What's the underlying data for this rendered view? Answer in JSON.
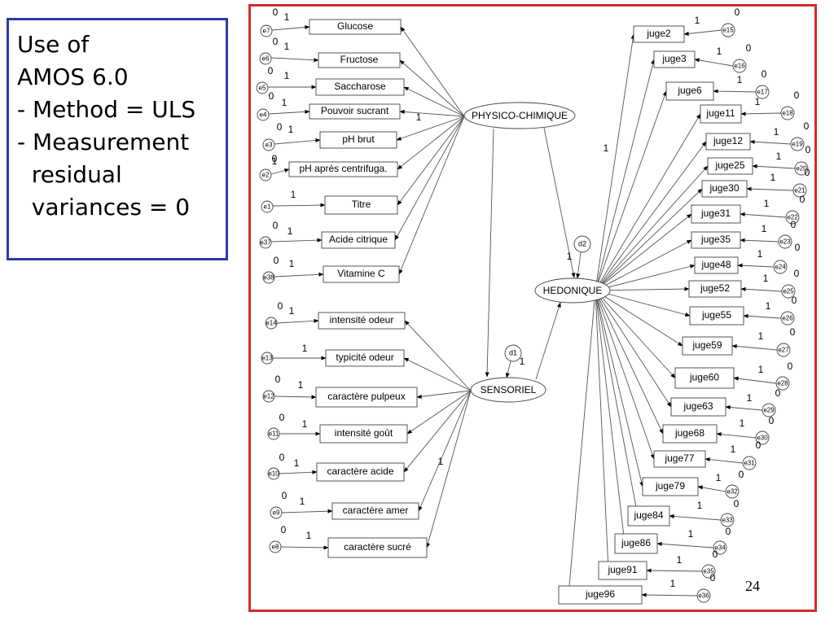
{
  "notes": {
    "lines": [
      "Use of",
      "AMOS 6.0",
      "",
      "- Method = ULS",
      "- Measurement",
      "  residual",
      "  variances = 0"
    ]
  },
  "latents": [
    {
      "id": "phys",
      "label": "PHYSICO-CHIMIQUE"
    },
    {
      "id": "sens",
      "label": "SENSORIEL"
    },
    {
      "id": "hed",
      "label": "HEDONIQUE"
    }
  ],
  "disturbances": [
    {
      "id": "d1",
      "label": "d1",
      "path_label": "1"
    },
    {
      "id": "d2",
      "label": "d2",
      "path_label": "1"
    }
  ],
  "phys_indicators": [
    {
      "label": "Glucose",
      "error": "e7",
      "n0": "0",
      "n1": "1"
    },
    {
      "label": "Fructose",
      "error": "e6",
      "n0": "0",
      "n1": "1"
    },
    {
      "label": "Saccharose",
      "error": "e5",
      "n0": "0",
      "n1": "1"
    },
    {
      "label": "Pouvoir sucrant",
      "error": "e4",
      "n0": "0",
      "n1": "1",
      "load": "1"
    },
    {
      "label": "pH brut",
      "error": "e3",
      "n0": "0",
      "n1": "1"
    },
    {
      "label": "pH après centrifuga.",
      "error": "e2",
      "n0": "0",
      "n1": "1"
    },
    {
      "label": "Titre",
      "error": "e1",
      "n0": "",
      "n1": "1"
    },
    {
      "label": "Acide citrique",
      "error": "e37",
      "n0": "0",
      "n1": "1"
    },
    {
      "label": "Vitamine C",
      "error": "e38",
      "n0": "0",
      "n1": "1"
    }
  ],
  "sens_indicators": [
    {
      "label": "intensité odeur",
      "error": "e14",
      "n0": "0",
      "n1": "1"
    },
    {
      "label": "typicité odeur",
      "error": "e13",
      "n0": "",
      "n1": "1"
    },
    {
      "label": "caractère pulpeux",
      "error": "e12",
      "n0": "0",
      "n1": "1"
    },
    {
      "label": "intensité goût",
      "error": "e11",
      "n0": "0",
      "n1": "1"
    },
    {
      "label": "caractère acide",
      "error": "e10",
      "n0": "0",
      "n1": "1"
    },
    {
      "label": "caractère amer",
      "error": "e9",
      "n0": "0",
      "n1": "1"
    },
    {
      "label": "caractère sucré",
      "error": "e8",
      "n0": "0",
      "n1": "1",
      "load": "1"
    }
  ],
  "hed_indicators": [
    {
      "label": "juge2",
      "error": "e15",
      "n0": "0",
      "n1": "1",
      "load": "1"
    },
    {
      "label": "juge3",
      "error": "e16",
      "n0": "0",
      "n1": "1"
    },
    {
      "label": "juge6",
      "error": "e17",
      "n0": "0",
      "n1": "1"
    },
    {
      "label": "juge11",
      "error": "e18",
      "n0": "0",
      "n1": "1"
    },
    {
      "label": "juge12",
      "error": "e19",
      "n0": "0",
      "n1": "1"
    },
    {
      "label": "juge25",
      "error": "e20",
      "n0": "0",
      "n1": "1"
    },
    {
      "label": "juge30",
      "error": "e21",
      "n0": "0",
      "n1": "1"
    },
    {
      "label": "juge31",
      "error": "e22",
      "n0": "0",
      "n1": "1"
    },
    {
      "label": "juge35",
      "error": "e23",
      "n0": "0",
      "n1": "1"
    },
    {
      "label": "juge48",
      "error": "e24",
      "n0": "0",
      "n1": "1"
    },
    {
      "label": "juge52",
      "error": "e25",
      "n0": "0",
      "n1": "1"
    },
    {
      "label": "juge55",
      "error": "e26",
      "n0": "0",
      "n1": "1"
    },
    {
      "label": "juge59",
      "error": "e27",
      "n0": "0",
      "n1": "1"
    },
    {
      "label": "juge60",
      "error": "e28",
      "n0": "0",
      "n1": "1"
    },
    {
      "label": "juge63",
      "error": "e29",
      "n0": "0",
      "n1": "1"
    },
    {
      "label": "juge68",
      "error": "e30",
      "n0": "0",
      "n1": "1"
    },
    {
      "label": "juge77",
      "error": "e31",
      "n0": "0",
      "n1": "1"
    },
    {
      "label": "juge79",
      "error": "e32",
      "n0": "0",
      "n1": "1"
    },
    {
      "label": "juge84",
      "error": "e33",
      "n0": "0",
      "n1": "1"
    },
    {
      "label": "juge86",
      "error": "e34",
      "n0": "0",
      "n1": "1"
    },
    {
      "label": "juge91",
      "error": "e35",
      "n0": "0",
      "n1": "1"
    },
    {
      "label": "juge96",
      "error": "e36",
      "n0": "0",
      "n1": "1"
    }
  ],
  "page_number": "24",
  "colors": {
    "notes_border": "#2e3aa8",
    "frame_border": "#d42a2a",
    "line": "#555555"
  }
}
